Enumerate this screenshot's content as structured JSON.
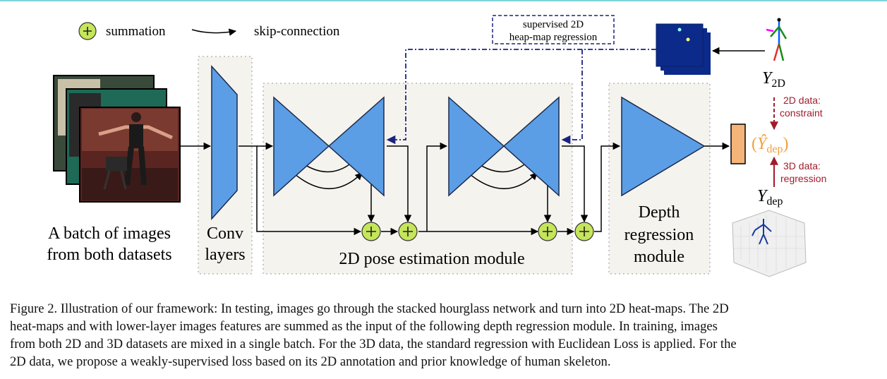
{
  "legend": {
    "summation": "summation",
    "skip_connection": "skip-connection"
  },
  "labels": {
    "batch_line1": "A batch of images",
    "batch_line2": "from both datasets",
    "conv_line1": "Conv",
    "conv_line2": "layers",
    "pose_module": "2D pose estimation module",
    "depth_line1": "Depth",
    "depth_line2": "regression",
    "depth_line3": "module",
    "supervised_line1": "supervised 2D",
    "supervised_line2": "heap-map regression",
    "y2d_main": "Y",
    "y2d_sub": "2D",
    "ydep_hat_open": "(",
    "ydep_hat_main": "Ŷ",
    "ydep_hat_sub": "dep",
    "ydep_hat_close": ")",
    "ydep_main": "Y",
    "ydep_sub": "dep",
    "data2d_line1": "2D data:",
    "data2d_line2": "constraint",
    "data3d_line1": "3D data:",
    "data3d_line2": "regression"
  },
  "colors": {
    "hourglass_blue": "#5b9ee6",
    "summation_green": "#c5e55a",
    "output_orange": "#f5b47a",
    "heatmap_navy": "#0b2a8a",
    "dashed_navy": "#1a237e",
    "red_arrow": "#a01c2c",
    "module_bg": "#f5f3ee",
    "yhat_orange": "#f0a040"
  },
  "caption": {
    "line1": "Figure 2. Illustration of our framework: In testing, images go through the stacked hourglass network and turn into 2D heat-maps. The 2D",
    "line2": "heat-maps and with lower-layer images features are summed as the input of the following depth regression module. In training, images",
    "line3": "from both 2D and 3D datasets are mixed in a single batch. For the 3D data, the standard regression with Euclidean Loss is applied. For the",
    "line4": "2D data, we propose a weakly-supervised loss based on its 2D annotation and prior knowledge of human skeleton."
  }
}
